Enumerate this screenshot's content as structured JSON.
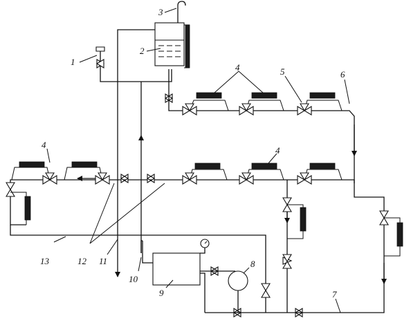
{
  "labels": {
    "l1": "1",
    "l2": "2",
    "l3": "3",
    "l4a": "4",
    "l4b": "4",
    "l4c": "4",
    "l5": "5",
    "l6": "6",
    "l7": "7",
    "l8": "8",
    "l9": "9",
    "l10": "10",
    "l11": "11",
    "l12": "12",
    "l13": "13"
  },
  "colors": {
    "line": "#111111",
    "heater": "#1b1b1b",
    "background": "#ffffff"
  }
}
